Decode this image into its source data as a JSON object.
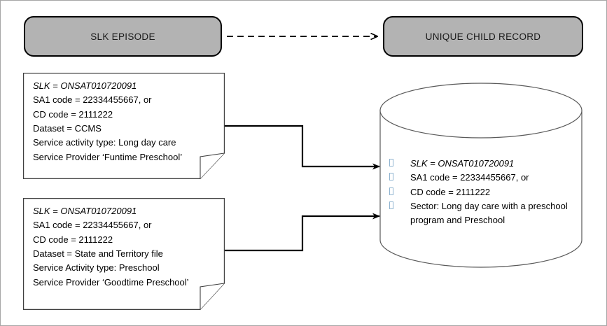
{
  "diagram": {
    "title_boxes": [
      {
        "id": "slk-episode",
        "label": "SLK EPISODE"
      },
      {
        "id": "unique-child-record",
        "label": "UNIQUE CHILD RECORD"
      }
    ],
    "notes": [
      {
        "id": "note-ccms",
        "lines": [
          {
            "text": "SLK = ONSAT010720091",
            "italic": true
          },
          {
            "text": "SA1 code = 22334455667, or",
            "italic": false
          },
          {
            "text": "CD code = 2111222",
            "italic": false
          },
          {
            "text": "Dataset = CCMS",
            "italic": false
          },
          {
            "text": "Service activity type: Long day care",
            "italic": false
          },
          {
            "text": "Service Provider ‘Funtime Preschool’",
            "italic": false
          }
        ]
      },
      {
        "id": "note-state-territory",
        "lines": [
          {
            "text": "SLK = ONSAT010720091",
            "italic": true
          },
          {
            "text": "SA1 code = 22334455667, or",
            "italic": false
          },
          {
            "text": "CD code = 2111222",
            "italic": false
          },
          {
            "text": "Dataset = State and Territory file",
            "italic": false
          },
          {
            "text": "Service Activity type: Preschool",
            "italic": false
          },
          {
            "text": "Service Provider ‘Goodtime Preschool’",
            "italic": false
          }
        ]
      }
    ],
    "database": {
      "id": "unique-child-record-store",
      "items": [
        {
          "text": "SLK = ONSAT010720091",
          "italic": true
        },
        {
          "text": "SA1 code = 22334455667, or",
          "italic": false
        },
        {
          "text": "CD code = 2111222",
          "italic": false
        },
        {
          "text": "Sector: Long day care with a preschool program and Preschool",
          "italic": false
        }
      ]
    },
    "connectors": [
      {
        "id": "slk-to-unique-child-record",
        "style": "dashed",
        "arrow": "open"
      },
      {
        "id": "note-ccms-to-database",
        "style": "solid",
        "arrow": "filled"
      },
      {
        "id": "note-state-territory-to-database",
        "style": "solid",
        "arrow": "filled"
      }
    ],
    "colors": {
      "header_fill": "#b3b3b3",
      "outline": "#000000",
      "bullet": "#8fb4d0",
      "frame": "#a6a6a6"
    }
  }
}
